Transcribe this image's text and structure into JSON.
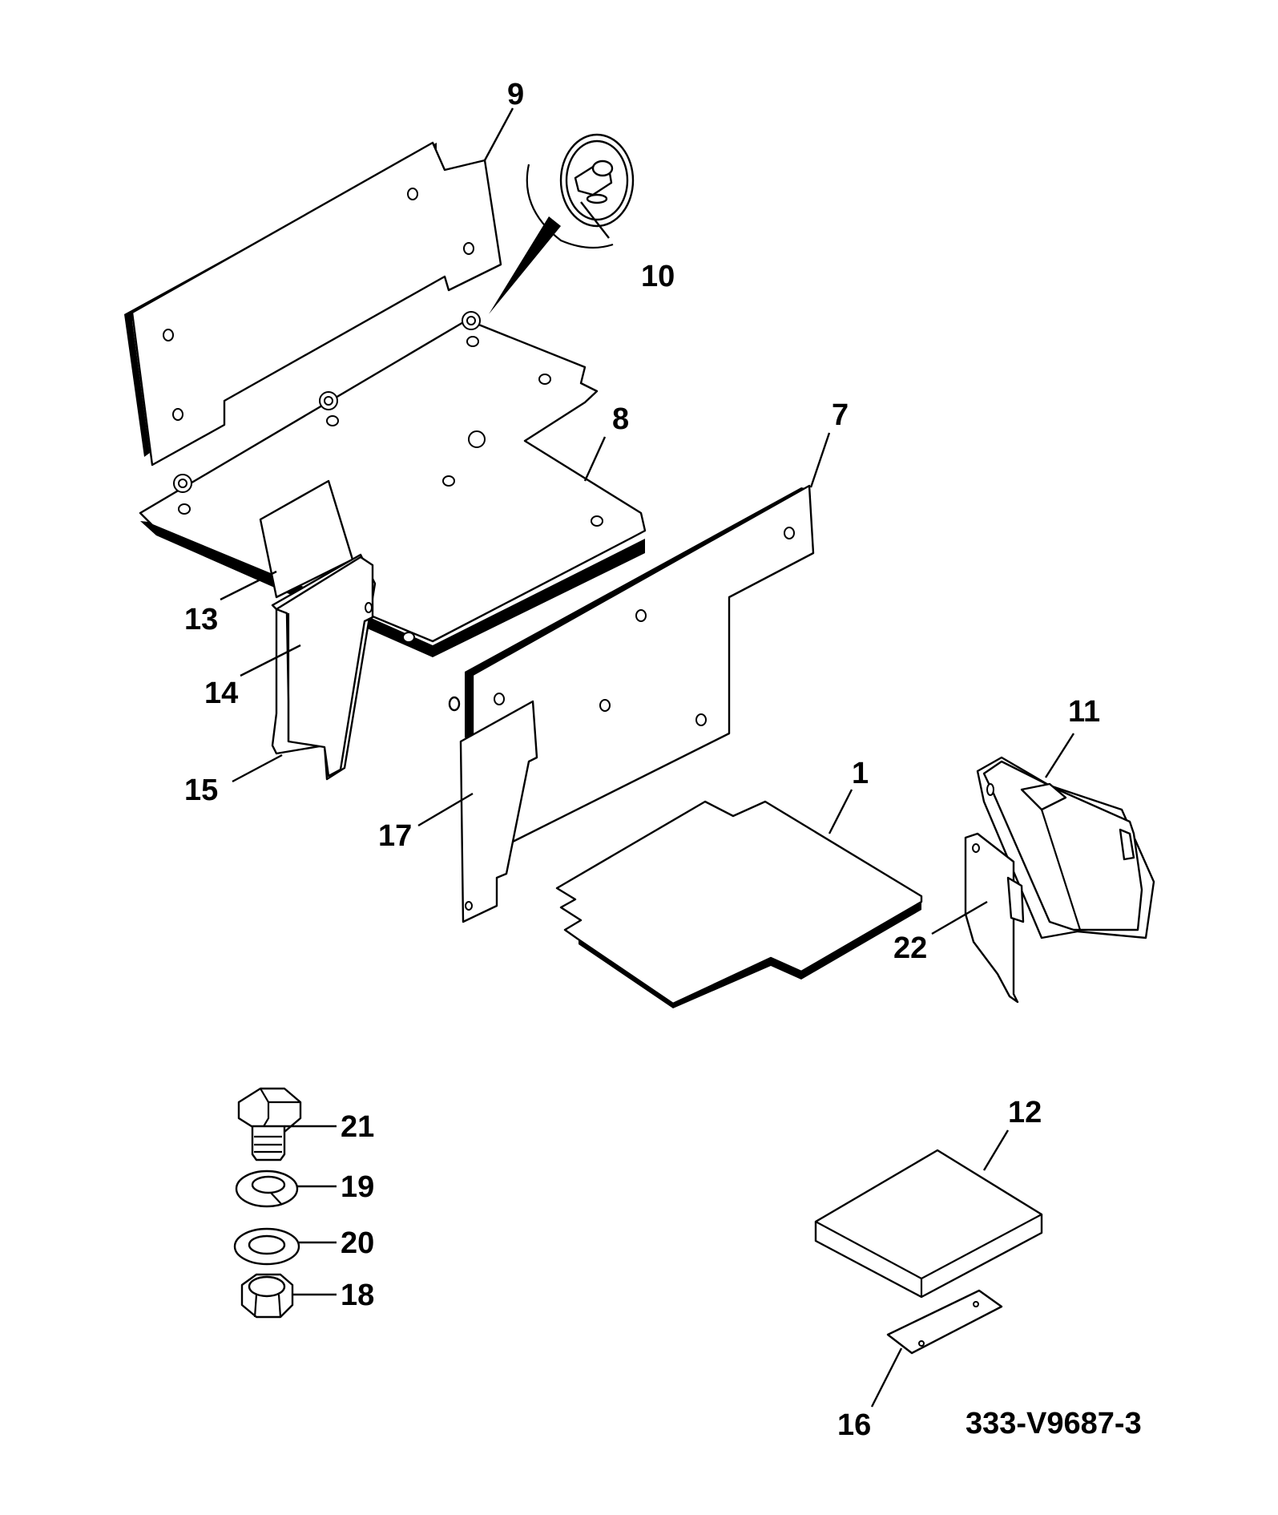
{
  "drawing_number": "333-V9687-3",
  "callouts": {
    "c1": "1",
    "c7": "7",
    "c8": "8",
    "c9": "9",
    "c10": "10",
    "c11": "11",
    "c12": "12",
    "c13": "13",
    "c14": "14",
    "c15": "15",
    "c16": "16",
    "c17": "17",
    "c18": "18",
    "c19": "19",
    "c20": "20",
    "c21": "21",
    "c22": "22"
  }
}
